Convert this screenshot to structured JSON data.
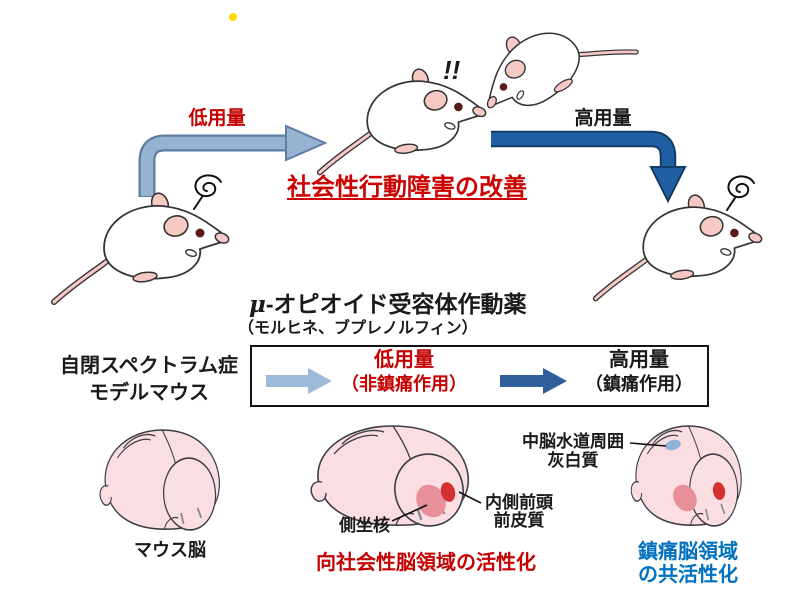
{
  "figure": {
    "top_flow": {
      "low_dose_arrow_label": "低用量",
      "high_dose_arrow_label": "高用量",
      "surprise_mark": "!!",
      "improvement_headline": "社会性行動障害の改善"
    },
    "drug": {
      "mu_symbol": "μ",
      "name_rest": "-オピオイド受容体作動薬",
      "examples": "（モルヒネ、ブプレノルフィン）"
    },
    "dose_box": {
      "low_dose_label": "低用量",
      "low_dose_effect": "（非鎮痛作用）",
      "high_dose_label": "高用量",
      "high_dose_effect": "（鎮痛作用）"
    },
    "model_mouse": {
      "line1": "自閉スペクトラム症",
      "line2": "モデルマウス"
    },
    "brains": {
      "left_caption": "マウス脳",
      "nac_label": "側坐核",
      "mpfc_label_line1": "内側前頭",
      "mpfc_label_line2": "前皮質",
      "pag_label_line1": "中脳水道周囲",
      "pag_label_line2": "灰白質",
      "prosocial_caption": "向社会性脳領域の活性化",
      "analgesic_caption_line1": "鎮痛脳領域",
      "analgesic_caption_line2": "の共活性化"
    },
    "colors": {
      "red_text": "#c40000",
      "blue_text": "#0070c0",
      "light_blue_arrow": "#98b2d2",
      "dark_blue_arrow": "#2060a2",
      "brain_fill": "#fbdee2",
      "nac_region_color": "#e8909a",
      "mpfc_region_color": "#d43030",
      "pag_region_color": "#8fb4d8",
      "mouse_pink": "#f6c9c4",
      "yellow_dot": "#ffd800"
    }
  }
}
